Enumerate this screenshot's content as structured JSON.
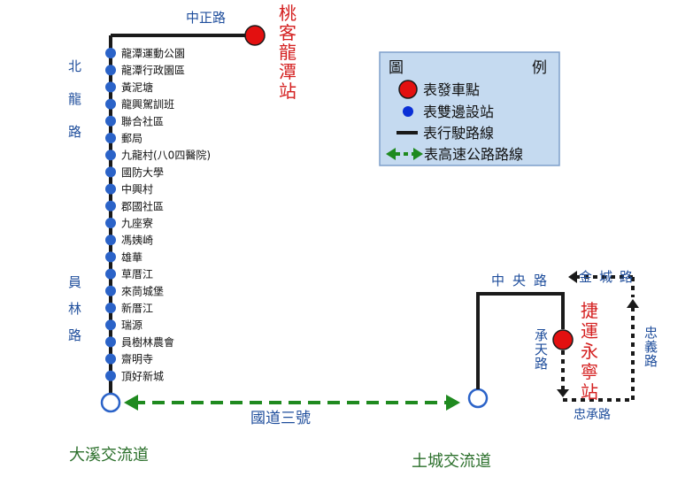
{
  "terminal_north": "桃客龍潭站",
  "road_top": "中正路",
  "road_left_upper": "北龍路",
  "road_left_lower": "員林路",
  "highway": "國道三號",
  "interchange_left": "大溪交流道",
  "interchange_right": "土城交流道",
  "right_roads": {
    "zhongyang": "中央路",
    "jincheng": "金城路",
    "chengtian": "承天路",
    "zhongyi": "忠義路",
    "zhongcheng": "忠承路"
  },
  "terminal_south": "捷運永寧站",
  "stops": [
    "龍潭運動公園",
    "龍潭行政園區",
    "黃泥塘",
    "龍興駕訓班",
    "聯合社區",
    "郵局",
    "九龍村(八0四醫院)",
    "國防大學",
    "中興村",
    "郡國社區",
    "九座寮",
    "馮姨崎",
    "雄華",
    "草厝江",
    "來茼城堡",
    "新厝江",
    "瑞源",
    "員樹林農會",
    "齋明寺",
    "頂好新城"
  ],
  "legend": {
    "title_left": "圖",
    "title_right": "例",
    "items": [
      "表發車點",
      "表雙邊設站",
      "表行駛路線",
      "表高速公路路線"
    ]
  },
  "colors": {
    "route": "#1a1a1a",
    "stop": "#2b63c8",
    "terminal": "#e31010",
    "highway": "#1f8a1f",
    "legend_bg": "#c5daf0",
    "legend_border": "#7f9fca"
  }
}
